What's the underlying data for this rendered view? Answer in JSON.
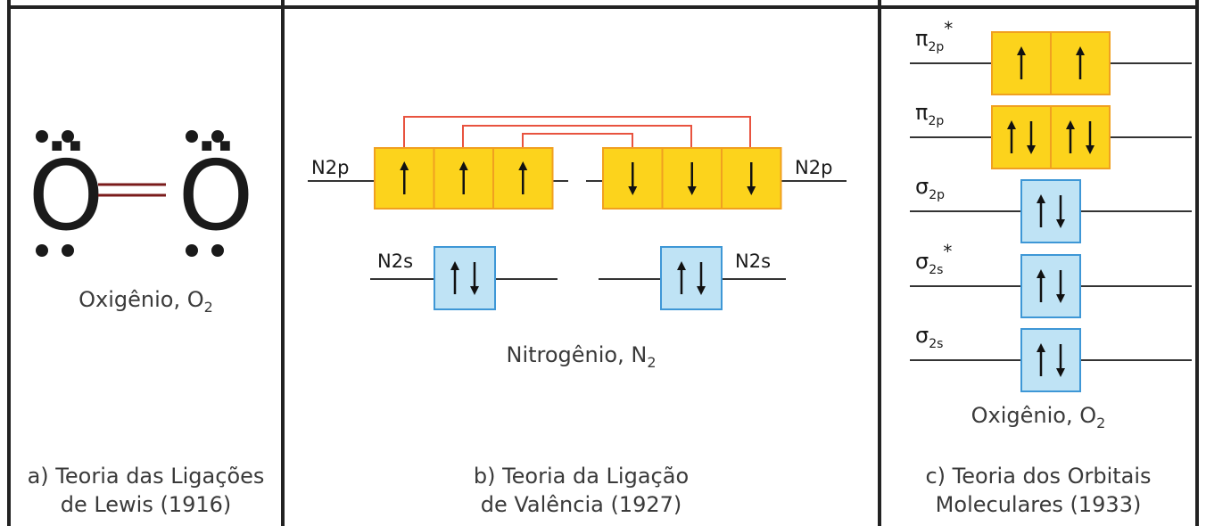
{
  "colors": {
    "orbital_yellow": "#fcd31c",
    "orbital_yellow_border": "#f0a020",
    "orbital_blue": "#bfe3f5",
    "orbital_blue_border": "#3e97d6",
    "connector_red": "#e8533f",
    "bond_red": "#7a1b1b",
    "line": "#333333",
    "divider": "#222222"
  },
  "lewis": {
    "atom_left": "Ö",
    "atom_right": "Ö",
    "name": "Oxigênio, O",
    "subscript": "2",
    "caption_line1": "a) Teoria das Ligações",
    "caption_line2": "de Lewis (1916)"
  },
  "valence_bond": {
    "left_p_label": "N2p",
    "right_p_label": "N2p",
    "left_s_label": "N2s",
    "right_s_label": "N2s",
    "molecule_name": "Nitrogênio, N",
    "subscript": "2",
    "caption_line1": "b) Teoria da Ligação",
    "caption_line2": "de Valência (1927)",
    "left_p_spins": [
      "up",
      "up",
      "up"
    ],
    "right_p_spins": [
      "down",
      "down",
      "down"
    ],
    "s_spins": [
      "up",
      "down"
    ]
  },
  "molecular_orbital": {
    "levels": [
      {
        "symbol": "π",
        "sub": "2p",
        "star": "*",
        "color": "yellow",
        "boxes": [
          [
            "up"
          ],
          [
            "up"
          ]
        ]
      },
      {
        "symbol": "π",
        "sub": "2p",
        "star": "",
        "color": "yellow",
        "boxes": [
          [
            "up",
            "down"
          ],
          [
            "up",
            "down"
          ]
        ]
      },
      {
        "symbol": "σ",
        "sub": "2p",
        "star": "",
        "color": "blue",
        "boxes": [
          [
            "up",
            "down"
          ]
        ]
      },
      {
        "symbol": "σ",
        "sub": "2s",
        "star": "*",
        "color": "blue",
        "boxes": [
          [
            "up",
            "down"
          ]
        ]
      },
      {
        "symbol": "σ",
        "sub": "2s",
        "star": "",
        "color": "blue",
        "boxes": [
          [
            "up",
            "down"
          ]
        ]
      }
    ],
    "molecule_name": "Oxigênio, O",
    "subscript": "2",
    "caption_line1": "c) Teoria dos Orbitais",
    "caption_line2": "Moleculares (1933)"
  }
}
